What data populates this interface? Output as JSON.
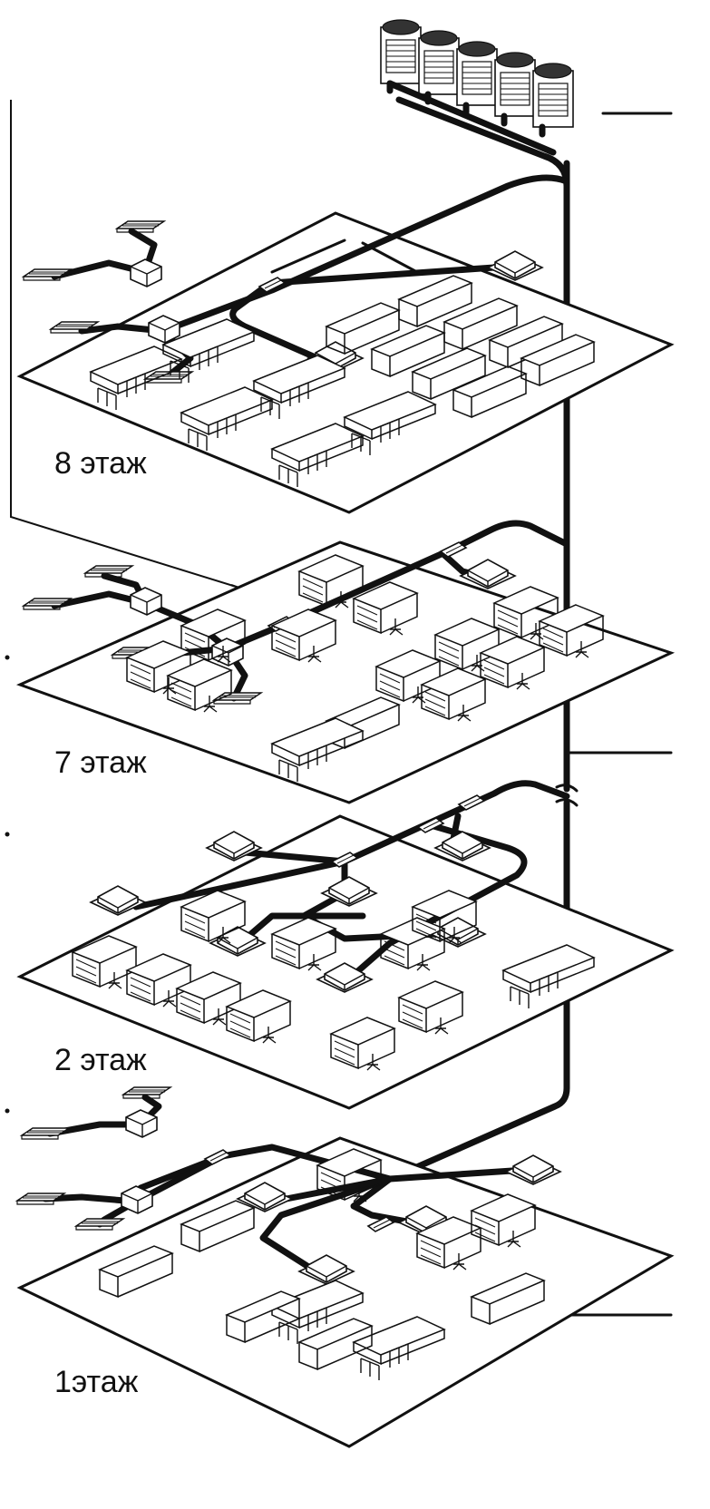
{
  "diagram": {
    "floors": [
      {
        "id": "floor8",
        "label": "8 этаж"
      },
      {
        "id": "floor7",
        "label": "7 этаж"
      },
      {
        "id": "floor2",
        "label": "2 этаж"
      },
      {
        "id": "floor1",
        "label": "1этаж"
      }
    ],
    "outdoor_unit_modules": 5,
    "colors": {
      "line": "#111111",
      "background": "#ffffff"
    }
  }
}
